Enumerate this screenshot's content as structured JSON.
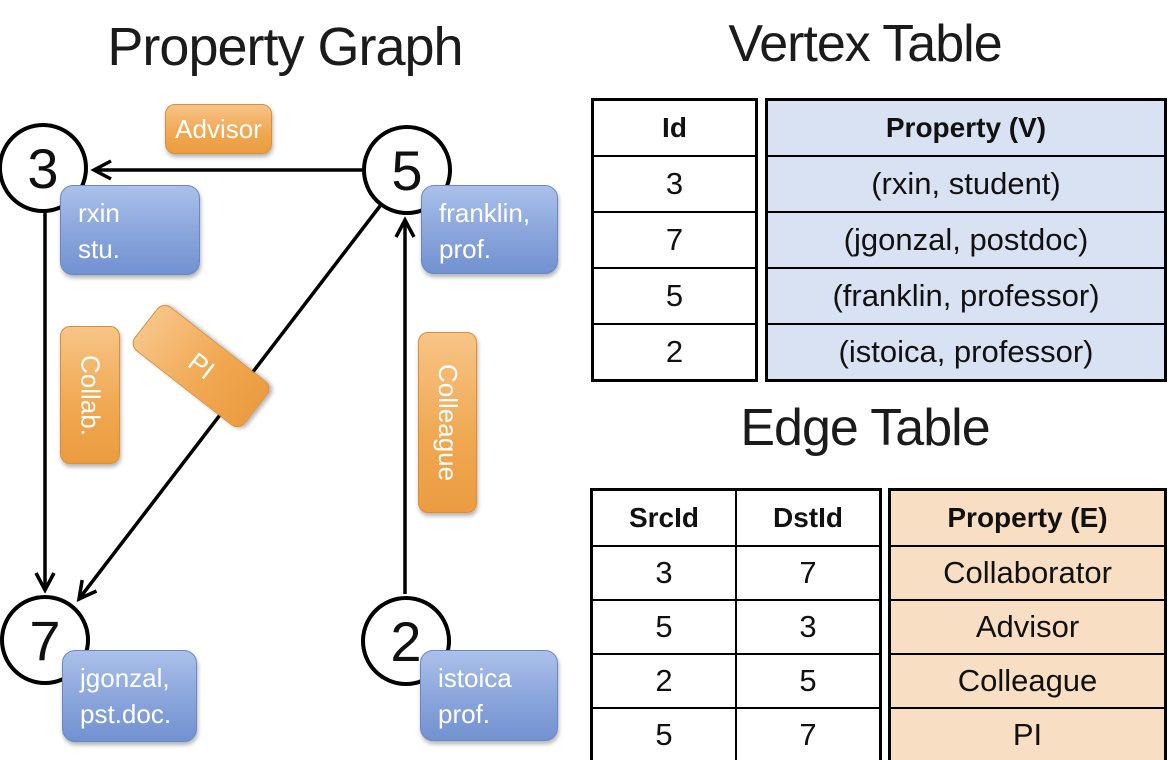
{
  "colors": {
    "orange_label": "#F0A851",
    "orange_border": "#D98F35",
    "blue_box": "#7F9DD9",
    "blue_border": "#6A88C3",
    "vertex_property_bg": "#D9E2F3",
    "edge_property_bg": "#F8DFC3",
    "line_color": "#000000"
  },
  "graph": {
    "title": "Property Graph",
    "nodes": [
      {
        "id": "3"
      },
      {
        "id": "5"
      },
      {
        "id": "7"
      },
      {
        "id": "2"
      }
    ],
    "edge_labels": {
      "advisor": "Advisor",
      "collab": "Collab.",
      "pi": "PI",
      "colleague": "Colleague"
    },
    "property_boxes": {
      "rxin": {
        "line1": "rxin",
        "line2": "stu."
      },
      "franklin": {
        "line1": "franklin,",
        "line2": "prof."
      },
      "jgonzal": {
        "line1": "jgonzal,",
        "line2": "pst.doc."
      },
      "istoica": {
        "line1": "istoica",
        "line2": "prof."
      }
    }
  },
  "vertex_table": {
    "title": "Vertex Table",
    "columns": {
      "id": "Id",
      "property": "Property (V)"
    },
    "rows": [
      {
        "id": "3",
        "property": "(rxin, student)"
      },
      {
        "id": "7",
        "property": "(jgonzal, postdoc)"
      },
      {
        "id": "5",
        "property": "(franklin, professor)"
      },
      {
        "id": "2",
        "property": "(istoica, professor)"
      }
    ]
  },
  "edge_table": {
    "title": "Edge Table",
    "columns": {
      "src": "SrcId",
      "dst": "DstId",
      "property": "Property (E)"
    },
    "rows": [
      {
        "src": "3",
        "dst": "7",
        "property": "Collaborator"
      },
      {
        "src": "5",
        "dst": "3",
        "property": "Advisor"
      },
      {
        "src": "2",
        "dst": "5",
        "property": "Colleague"
      },
      {
        "src": "5",
        "dst": "7",
        "property": "PI"
      }
    ]
  }
}
